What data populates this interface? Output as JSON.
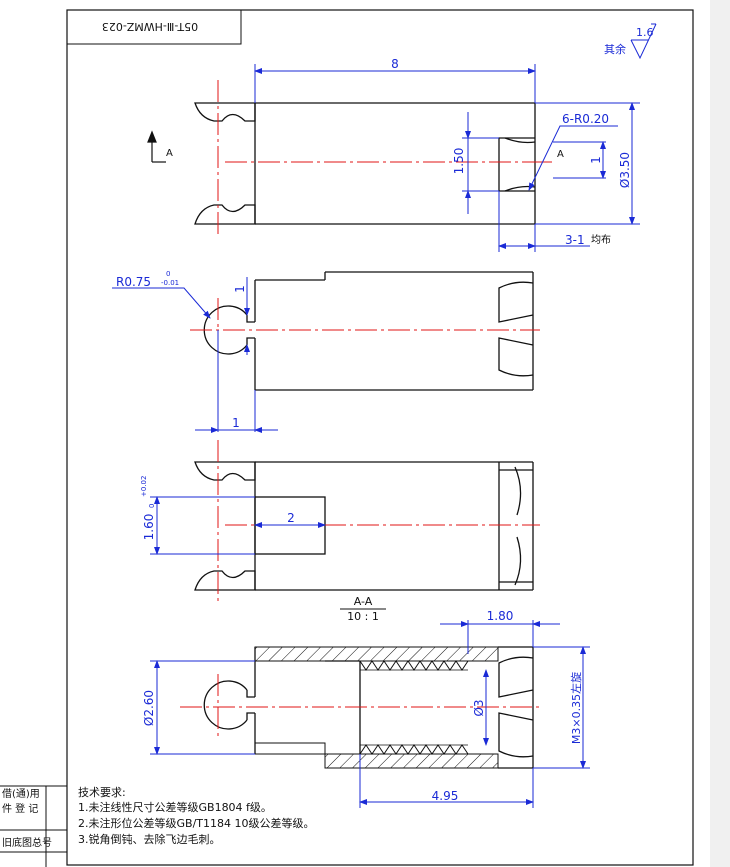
{
  "drawing": {
    "code": "05T-Ⅲ-HWMZ-023",
    "finish_label": "其余",
    "finish_value": "1.6",
    "section_mark": "A",
    "section_title": "A-A",
    "section_scale": "10 : 1"
  },
  "dims": {
    "length": "8",
    "slot": "1.50",
    "radius_6": "6-R0.20",
    "dia_outer": "Ø3.50",
    "pitch_31": "3-1",
    "uniform": "均布",
    "a_small": "1",
    "r075": "R0.75",
    "r075_tol_up": "0",
    "r075_tol_dn": "-0.01",
    "v1": "1",
    "h1": "1",
    "d2": "2",
    "d160": "1.60",
    "d160_tol_up": "+0.02",
    "d160_tol_dn": "0",
    "d180": "1.80",
    "d260": "Ø2.60",
    "d3": "Ø3",
    "thread": "M3×0.35左旋",
    "d495": "4.95"
  },
  "notes": {
    "heading": "技术要求:",
    "items": [
      "1.未注线性尺寸公差等级GB1804  f级。",
      "2.未注形位公差等级GB/T1184  10级公差等级。",
      "3.锐角倒钝、去除飞边毛刺。"
    ]
  },
  "side_labels": {
    "l1": "借(通)用",
    "l2": "件 登 记",
    "l3": "旧底图总号"
  },
  "colors": {
    "outline": "#111111",
    "dimension": "#1a2ad6",
    "center": "#e01515"
  }
}
